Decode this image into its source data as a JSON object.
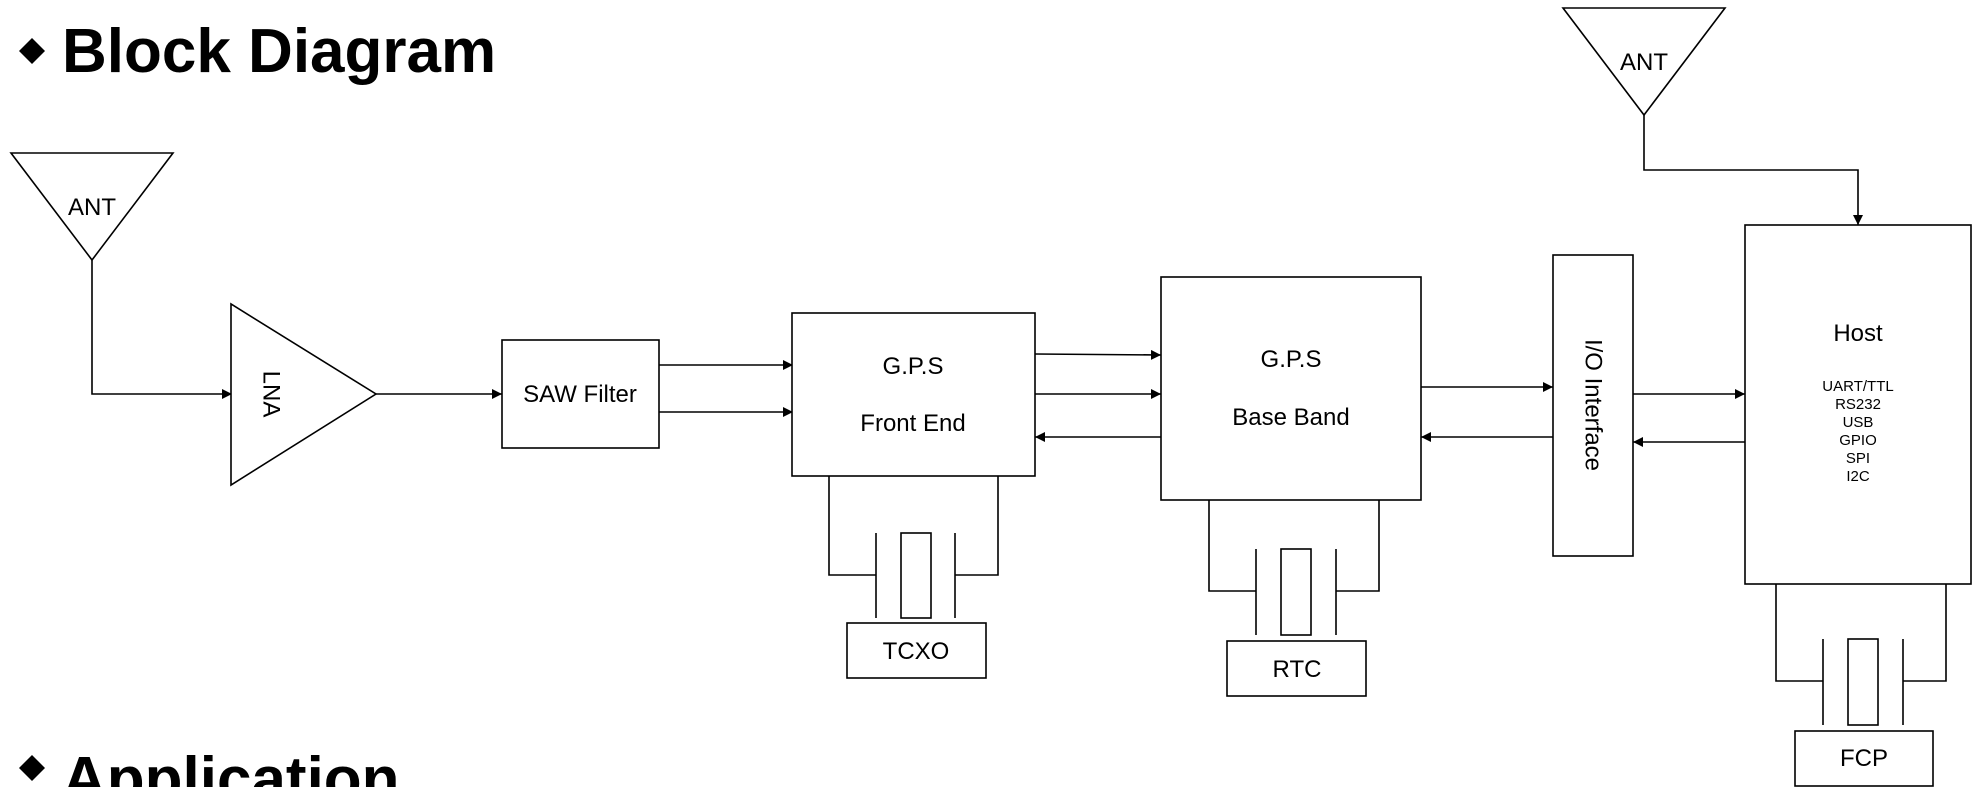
{
  "section_headings": {
    "block_diagram": "Block Diagram",
    "application": "Application",
    "bullet_shape": "diamond"
  },
  "blocks": {
    "ant_left": "ANT",
    "ant_right": "ANT",
    "lna": "LNA",
    "saw_filter": "SAW Filter",
    "gps_front_end": {
      "line1": "G.P.S",
      "line2": "Front End"
    },
    "gps_base_band": {
      "line1": "G.P.S",
      "line2": "Base Band"
    },
    "io_interface": "I/O Interface",
    "host": {
      "title": "Host",
      "interfaces": [
        "UART/TTL",
        "RS232",
        "USB",
        "GPIO",
        "SPI",
        "I2C"
      ]
    },
    "tcxo": "TCXO",
    "rtc": "RTC",
    "fcp": "FCP"
  }
}
